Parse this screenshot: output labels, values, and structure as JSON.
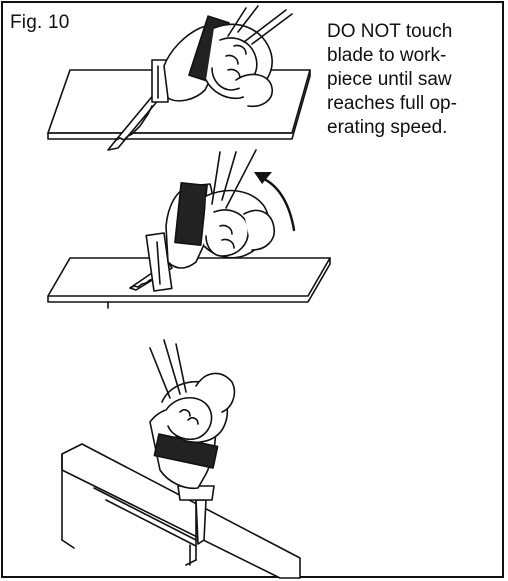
{
  "figure": {
    "label": "Fig. 10",
    "caption_lines": [
      "DO NOT touch",
      "blade to work-",
      "piece until saw",
      "reaches full op-",
      "erating speed."
    ]
  }
}
